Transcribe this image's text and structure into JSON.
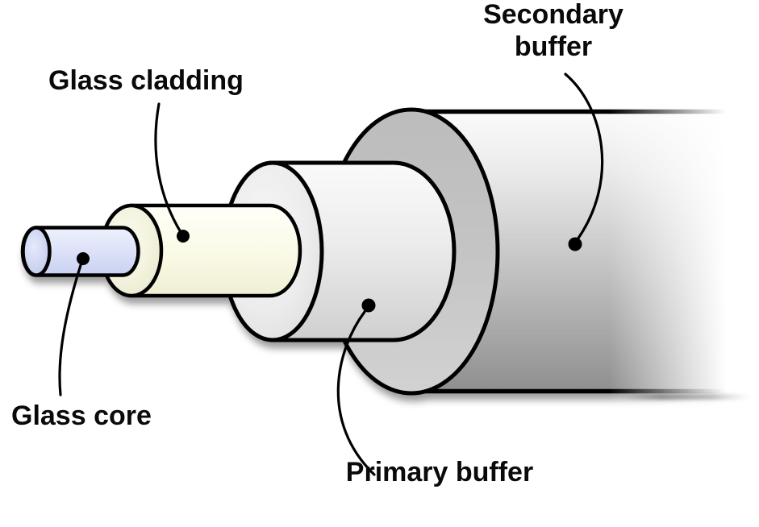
{
  "diagram": {
    "type": "labeled-illustration",
    "layers": [
      {
        "name": "glass-core",
        "label": "Glass core"
      },
      {
        "name": "glass-cladding",
        "label": "Glass cladding"
      },
      {
        "name": "primary-buffer",
        "label": "Primary buffer"
      },
      {
        "name": "secondary-buffer",
        "label": "Secondary buffer"
      }
    ]
  },
  "colors": {
    "background": "#ffffff",
    "outline": "#000000",
    "label_text": "#0a0a0a",
    "glass_core": "#dce1f8",
    "glass_core_face": "#ccd4f0",
    "glass_cladding": "#fafae8",
    "glass_cladding_face": "#f2f2dc",
    "primary_buffer": "#ececec",
    "secondary_buffer": "#c4c4c4",
    "secondary_buffer_shaded": "#8e8e8e"
  }
}
